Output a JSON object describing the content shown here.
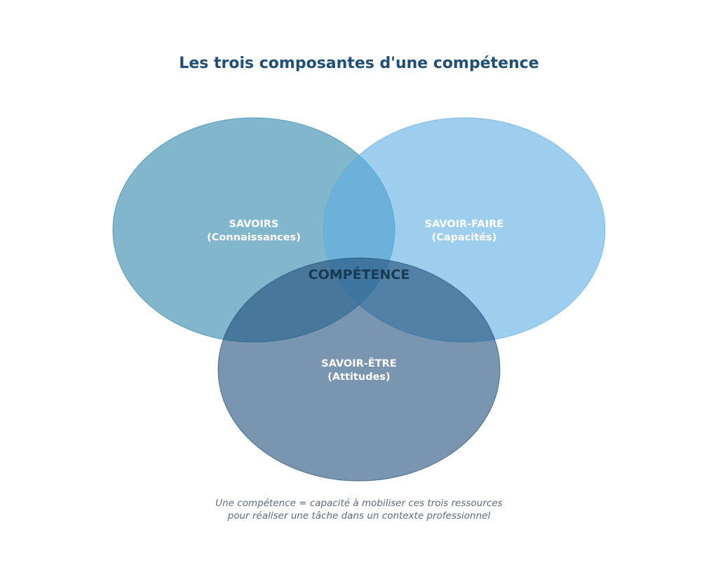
{
  "title": "Les trois composantes d'une compétence",
  "circles": [
    {
      "label": "SAVOIRS",
      "sub": "(Connaissances)",
      "color": "#2e86ab"
    },
    {
      "label": "SAVOIR-FAIRE",
      "sub": "(Capacités)",
      "color": "#5dade2"
    },
    {
      "label": "SAVOIR-ÊTRE",
      "sub": "(Attitudes)",
      "color": "#1f4e79"
    }
  ],
  "center_label": "COMPÉTENCE",
  "caption": {
    "line1": "Une compétence = capacité à mobiliser ces trois ressources",
    "line2": "pour réaliser une tâche dans un contexte professionnel"
  }
}
